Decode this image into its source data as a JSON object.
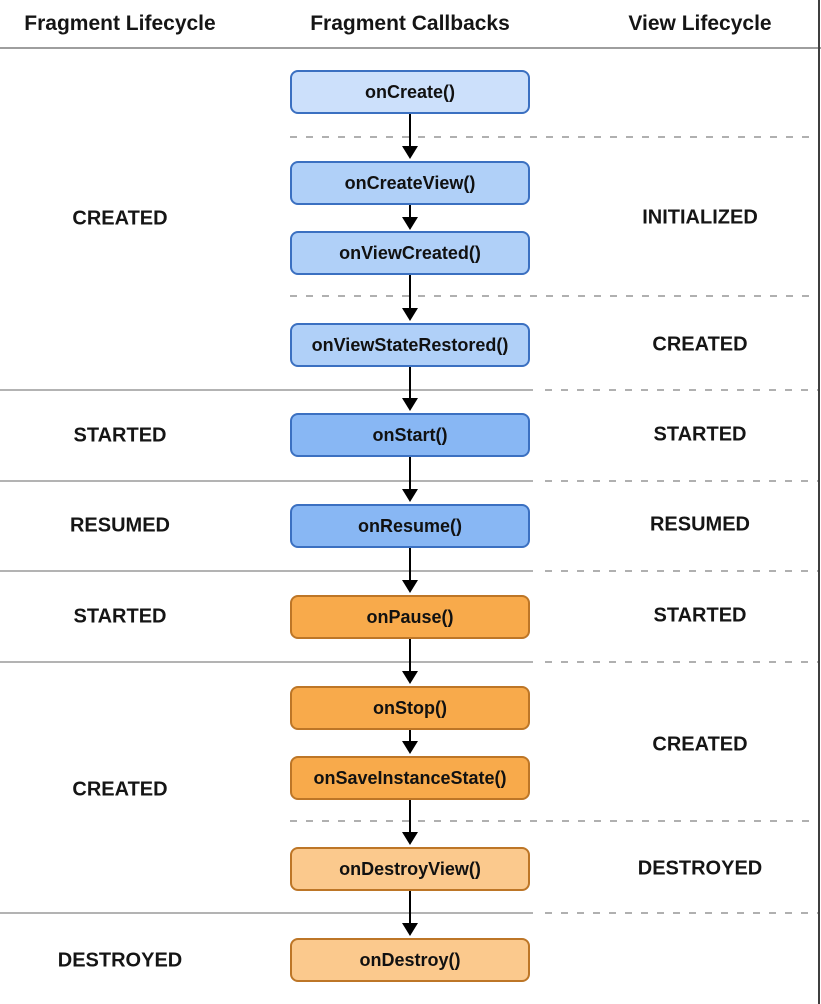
{
  "diagram": {
    "headers": {
      "fragment_lifecycle": "Fragment Lifecycle",
      "fragment_callbacks": "Fragment Callbacks",
      "view_lifecycle": "View Lifecycle"
    },
    "callbacks": [
      {
        "label": "onCreate()"
      },
      {
        "label": "onCreateView()"
      },
      {
        "label": "onViewCreated()"
      },
      {
        "label": "onViewStateRestored()"
      },
      {
        "label": "onStart()"
      },
      {
        "label": "onResume()"
      },
      {
        "label": "onPause()"
      },
      {
        "label": "onStop()"
      },
      {
        "label": "onSaveInstanceState()"
      },
      {
        "label": "onDestroyView()"
      },
      {
        "label": "onDestroy()"
      }
    ],
    "fragment_states": [
      "CREATED",
      "STARTED",
      "RESUMED",
      "STARTED",
      "CREATED",
      "DESTROYED"
    ],
    "view_states": [
      "INITIALIZED",
      "CREATED",
      "STARTED",
      "RESUMED",
      "STARTED",
      "CREATED",
      "DESTROYED"
    ],
    "colors": {
      "box_blue_lightest": "#cce0fb",
      "box_blue_light": "#b0d0f8",
      "box_blue": "#88b7f4",
      "box_orange": "#f8aa4b",
      "box_orange_light": "#fbc98d",
      "border_blue": "#3b70c1",
      "border_orange": "#bd7627",
      "separator_gray": "#b0b0b0",
      "text": "#151515"
    }
  }
}
